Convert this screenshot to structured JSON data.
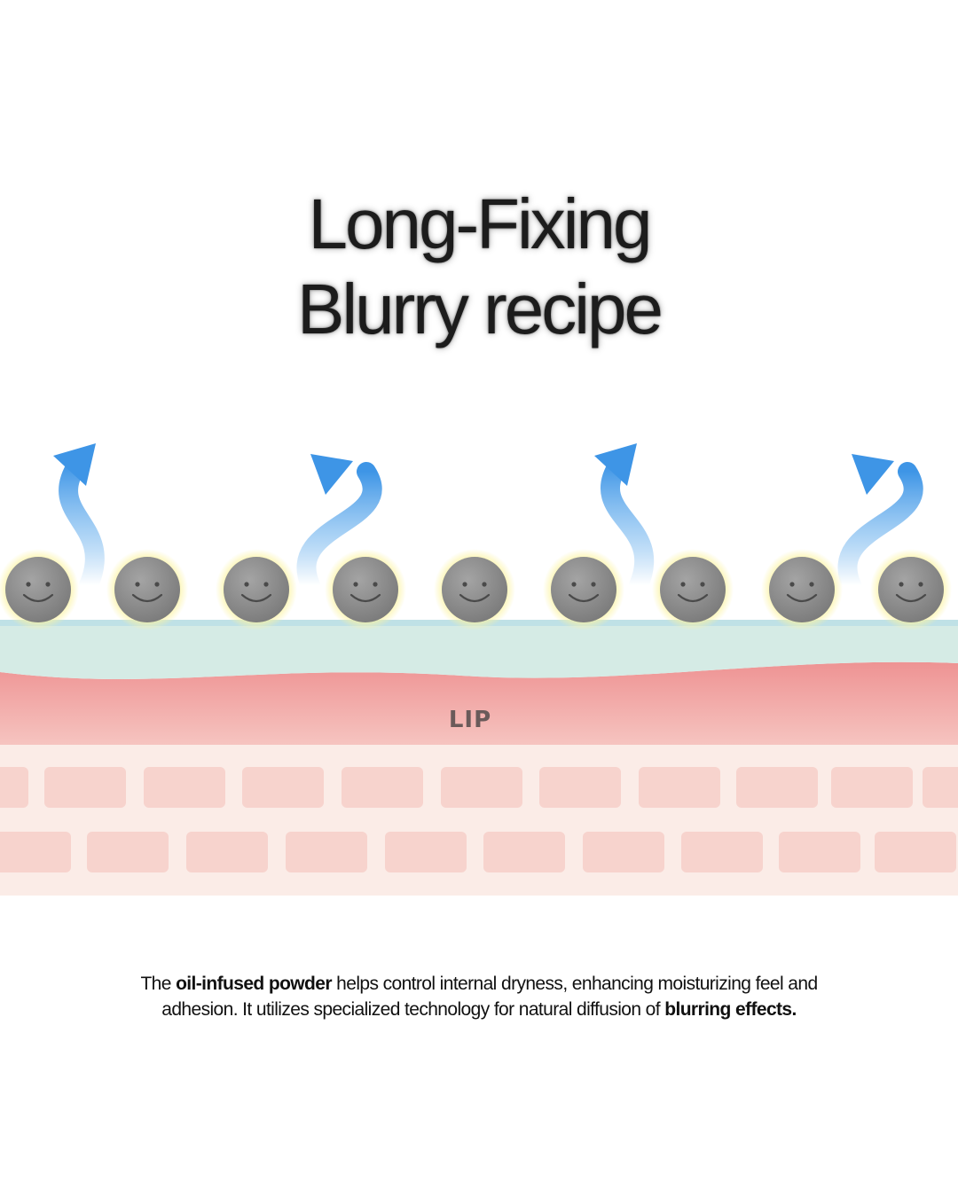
{
  "title": {
    "line1": "Long-Fixing",
    "line2": "Blurry recipe"
  },
  "diagram": {
    "layer_label": "LIP",
    "particle_icon": "smiley-powder-particle",
    "arrow_icon": "curved-up-arrow",
    "particle_count": 9,
    "arrow_count": 4,
    "colors": {
      "particle_fill": "#8c8c8c",
      "particle_glow": "#f5ee8a",
      "arrow": "#4a9fe8",
      "film_layer": "#d6ece6",
      "lip_layer": "#ef9a9a",
      "skin_cells": "#f7d6d0",
      "skin_base": "#fbece7"
    }
  },
  "caption": {
    "line1_pre": "The ",
    "line1_bold": "oil-infused powder",
    "line1_post": " helps control internal dryness, enhancing moisturizing feel and",
    "line2_pre": "adhesion. It utilizes specialized technology for natural diffusion of ",
    "line2_bold": "blurring effects."
  }
}
